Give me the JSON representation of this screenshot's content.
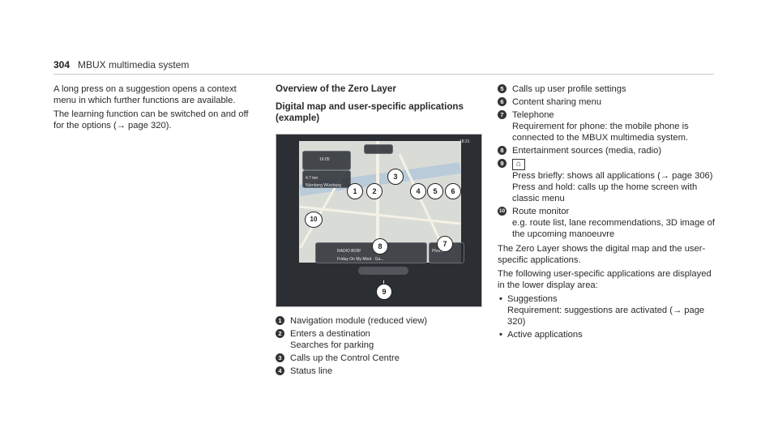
{
  "header": {
    "page_number": "304",
    "title": "MBUX multimedia system"
  },
  "col1": {
    "paragraphs": [
      "A long press on a suggestion opens a context menu in which further functions are available.",
      "The learning function can be switched on and off for the options (→ page 320)."
    ]
  },
  "col2": {
    "heading": "Overview of the Zero Layer",
    "subheading": "Digital map and user-specific applications (example)",
    "screenshot": {
      "time1": "16:05",
      "time2": "18:21",
      "distance": "4.7 km",
      "route": "Nürnberg Würzburg",
      "radio": "RADIO BOB!",
      "track": "Friday On My Mind · Ga...",
      "phone": "Phone",
      "callouts": [
        "1",
        "2",
        "3",
        "4",
        "5",
        "6",
        "7",
        "8",
        "9",
        "10"
      ]
    },
    "legend": [
      {
        "num": "1",
        "lines": [
          "Navigation module (reduced view)"
        ]
      },
      {
        "num": "2",
        "lines": [
          "Enters a destination",
          "Searches for parking"
        ]
      },
      {
        "num": "3",
        "lines": [
          "Calls up the Control Centre"
        ]
      },
      {
        "num": "4",
        "lines": [
          "Status line"
        ]
      }
    ]
  },
  "col3": {
    "legend": [
      {
        "num": "5",
        "lines": [
          "Calls up user profile settings"
        ]
      },
      {
        "num": "6",
        "lines": [
          "Content sharing menu"
        ]
      },
      {
        "num": "7",
        "lines": [
          "Telephone",
          "Requirement for phone: the mobile phone is connected to the MBUX multimedia system."
        ]
      },
      {
        "num": "8",
        "lines": [
          "Entertainment sources (media, radio)"
        ]
      },
      {
        "num": "9",
        "lines": [
          "Press briefly: shows all applications (→ page 306)",
          "Press and hold: calls up the home screen with classic menu"
        ]
      },
      {
        "num": "10",
        "lines": [
          "Route monitor",
          "e.g. route list, lane recommendations, 3D image of the upcoming manoeuvre"
        ]
      }
    ],
    "paragraph1": "The Zero Layer shows the digital map and the user-specific applications.",
    "paragraph2": "The following user-specific applications are displayed in the lower display area:",
    "bullets": [
      {
        "main": "Suggestions",
        "sub": "Requirement: suggestions are activated (→ page 320)"
      },
      {
        "main": "Active applications",
        "sub": ""
      }
    ],
    "home_icon": "home-icon"
  }
}
